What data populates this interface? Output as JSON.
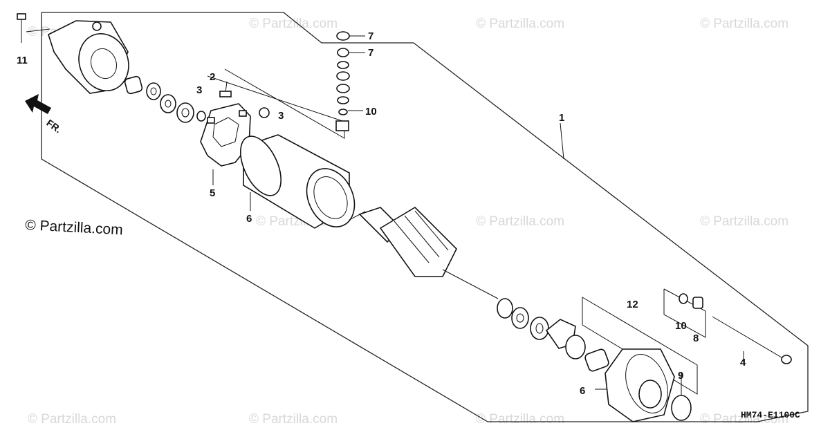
{
  "watermark": "© Partzilla.com",
  "copyright": "© Partzilla.com",
  "diagram_code": "HM74-E1100",
  "diagram_code_suffix": "C",
  "direction_label": "FR.",
  "callouts": {
    "c1": "1",
    "c2": "2",
    "c3a": "3",
    "c3b": "3",
    "c4": "4",
    "c5": "5",
    "c6a": "6",
    "c6b": "6",
    "c7a": "7",
    "c7b": "7",
    "c8": "8",
    "c9": "9",
    "c10a": "10",
    "c10b": "10",
    "c11": "11",
    "c12": "12"
  }
}
